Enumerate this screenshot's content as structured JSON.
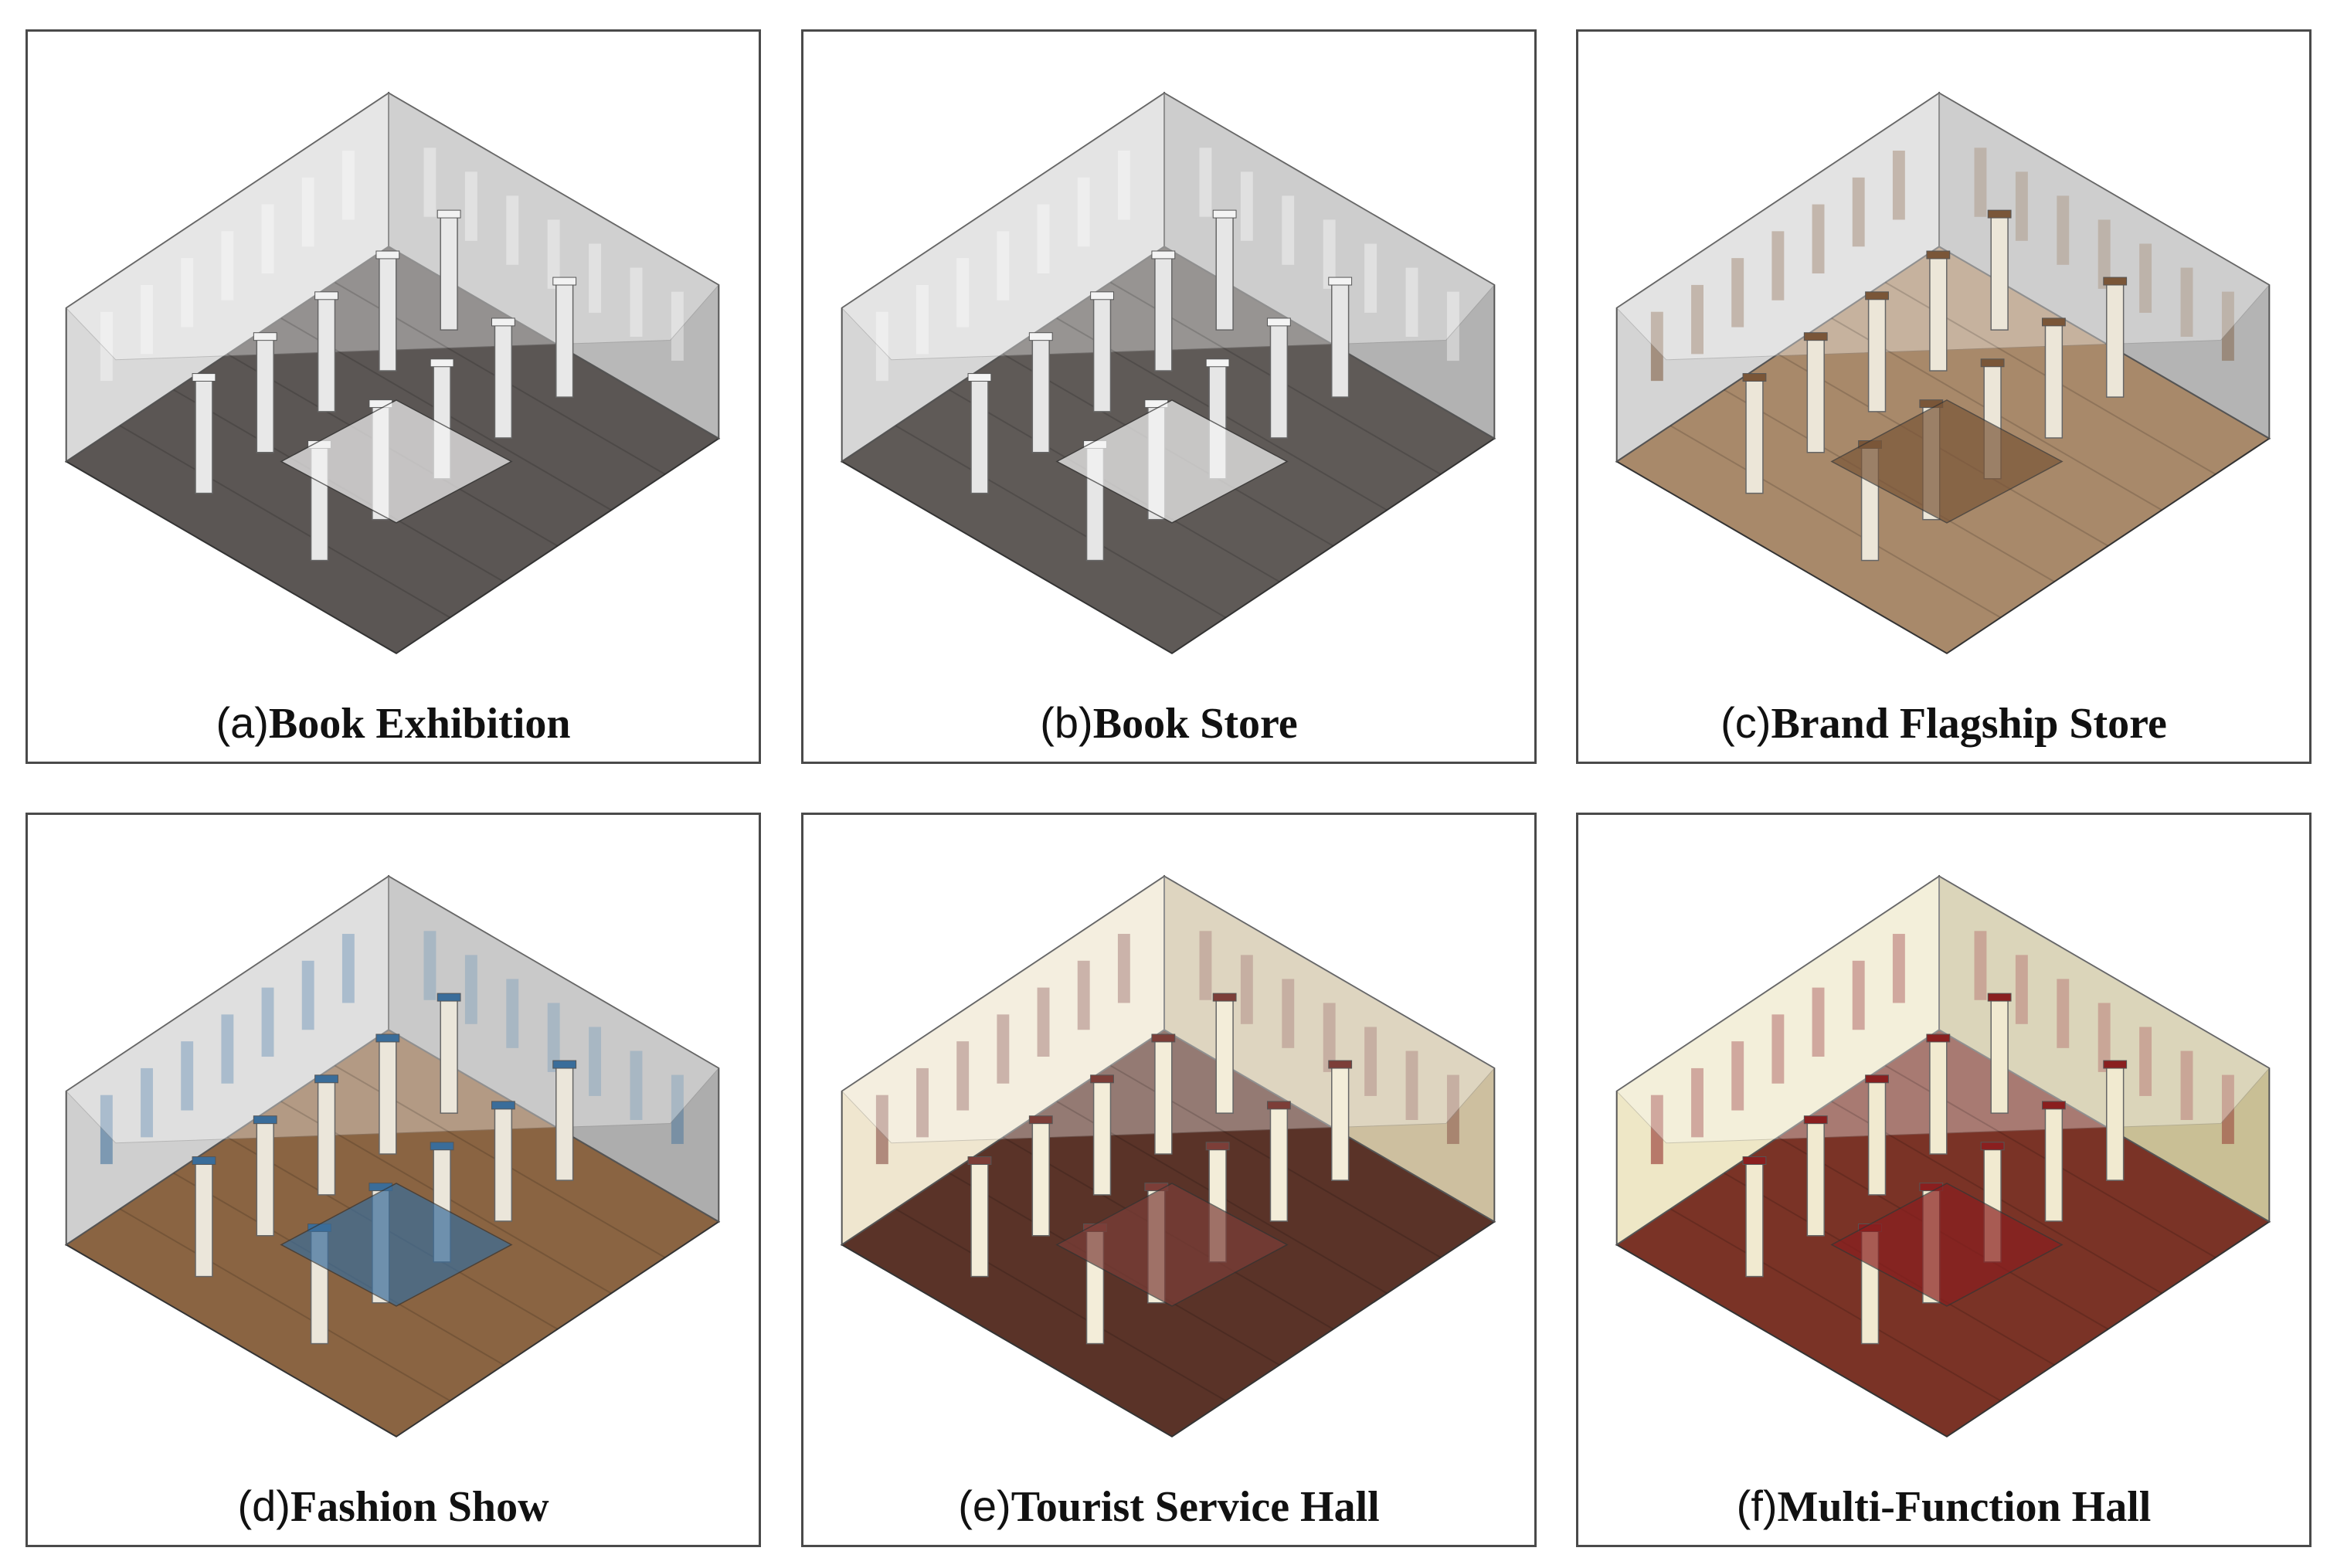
{
  "panels": [
    {
      "letter": "(a)",
      "title": "Book Exhibition",
      "floor": "#5b5654",
      "wall": "#d9d9d9",
      "wall_dark": "#b8b8b8",
      "column": "#e8e8e8",
      "accent": "#f2f2f2"
    },
    {
      "letter": "(b)",
      "title": "Book Store",
      "floor": "#5f5a57",
      "wall": "#d6d6d6",
      "wall_dark": "#b2b2b2",
      "column": "#e6e6e6",
      "accent": "#f4f4f4"
    },
    {
      "letter": "(c)",
      "title": "Brand Flagship Store",
      "floor": "#a8896a",
      "wall": "#d4d4d4",
      "wall_dark": "#b4b4b4",
      "column": "#ece6d8",
      "accent": "#7a5638"
    },
    {
      "letter": "(d)",
      "title": "Fashion Show",
      "floor": "#8a6442",
      "wall": "#cfcfcf",
      "wall_dark": "#adadad",
      "column": "#ebe6da",
      "accent": "#3a6d9a"
    },
    {
      "letter": "(e)",
      "title": "Tourist Service Hall",
      "floor": "#5a3328",
      "wall": "#efe6cf",
      "wall_dark": "#cdbf9f",
      "column": "#f3edd9",
      "accent": "#7c3e38"
    },
    {
      "letter": "(f)",
      "title": "Multi-Function Hall",
      "floor": "#7a3326",
      "wall": "#eee7c6",
      "wall_dark": "#c9bf95",
      "column": "#f1ead0",
      "accent": "#8a1f1f"
    }
  ]
}
